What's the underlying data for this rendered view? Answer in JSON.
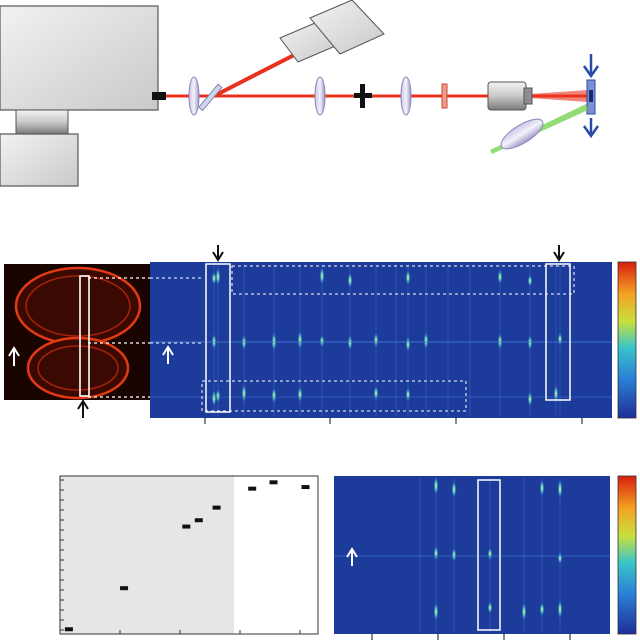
{
  "figure": {
    "panel_a": {
      "components": [
        "camera-body",
        "camera-lens-mount",
        "laser-source",
        "lens",
        "mirror",
        "pinhole",
        "filter",
        "objective",
        "sample",
        "green-excitation-beam"
      ],
      "beam_color": "#e8321e",
      "excitation_color": "#6fcf4a",
      "arrow_color": "#2a4aa8"
    },
    "panel_b": {
      "droplet_glow_color": "#e23a14",
      "spectrum_background": "#1d3b9a",
      "colormap": [
        "#1f2f9a",
        "#2a7fd6",
        "#39c4c9",
        "#c8e03b",
        "#f4a021",
        "#d81e10"
      ]
    },
    "panel_c": {
      "plot_background": "#e6e6e6",
      "points": [
        {
          "x": 0.05,
          "y": 0.97
        },
        {
          "x": 0.36,
          "y": 0.71
        },
        {
          "x": 0.71,
          "y": 0.32
        },
        {
          "x": 0.78,
          "y": 0.28
        },
        {
          "x": 0.88,
          "y": 0.2
        },
        {
          "x": 1.08,
          "y": 0.08
        },
        {
          "x": 1.2,
          "y": 0.04
        },
        {
          "x": 1.38,
          "y": 0.07
        }
      ],
      "xlim": [
        0,
        1.45
      ],
      "ylim": [
        0,
        1
      ]
    }
  }
}
